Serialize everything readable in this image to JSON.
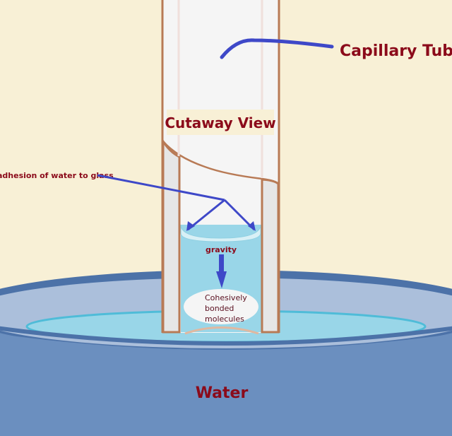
{
  "labels": {
    "capillary_tube": "Capillary Tube",
    "cutaway_view": "Cutaway View",
    "adhesion": "adhesion of water to glass",
    "gravity": "gravity",
    "cohesive_line1": "Cohesively",
    "cohesive_line2": "bonded",
    "cohesive_line3": "molecules",
    "water": "Water"
  },
  "colors": {
    "background": "#f8f0d6",
    "label_text": "#8b0a1a",
    "arrow": "#3e48c8",
    "tube_outline": "#b87a55",
    "water": "#99d6e8",
    "basin": "#6b8fbf"
  }
}
